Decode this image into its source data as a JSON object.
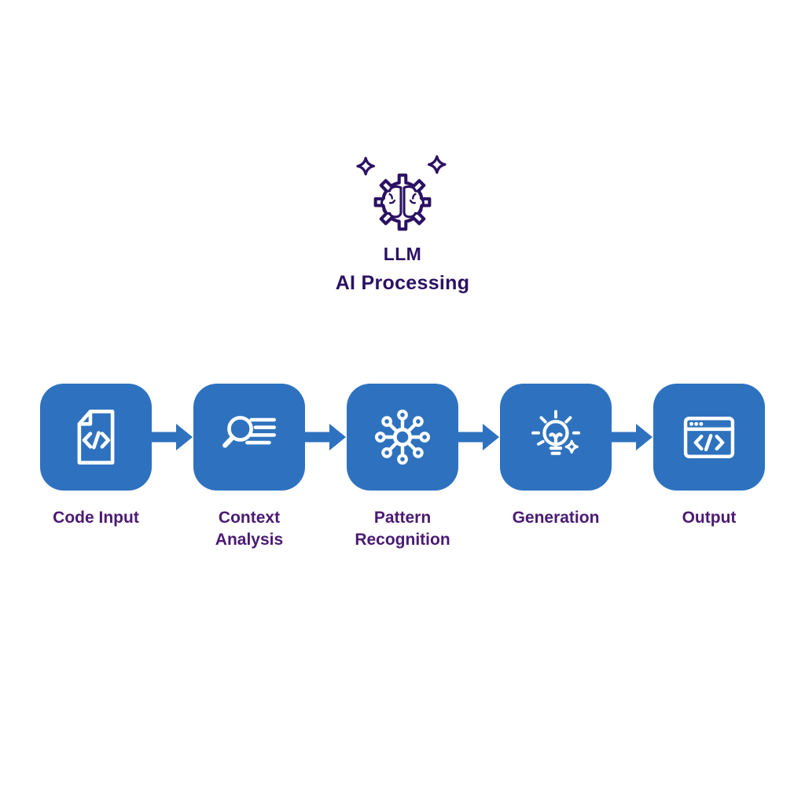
{
  "header": {
    "icon": "gear-brain-icon",
    "decorations": [
      "sparkle-icon",
      "sparkle-icon"
    ],
    "title": "LLM",
    "subtitle": "AI Processing"
  },
  "pipeline": {
    "arrow_icon": "flow-arrow-icon",
    "steps": [
      {
        "label": "Code Input",
        "icon": "code-document-icon"
      },
      {
        "label": "Context Analysis",
        "icon": "search-analysis-icon"
      },
      {
        "label": "Pattern Recognition",
        "icon": "network-nodes-icon"
      },
      {
        "label": "Generation",
        "icon": "lightbulb-idea-icon"
      },
      {
        "label": "Output",
        "icon": "browser-code-icon"
      }
    ]
  },
  "colors": {
    "background": "#ffffff",
    "box_blue": "#2e72bf",
    "icon_white": "#ffffff",
    "indigo_dark": "#2b1163",
    "label_purple": "#4b1a73"
  }
}
